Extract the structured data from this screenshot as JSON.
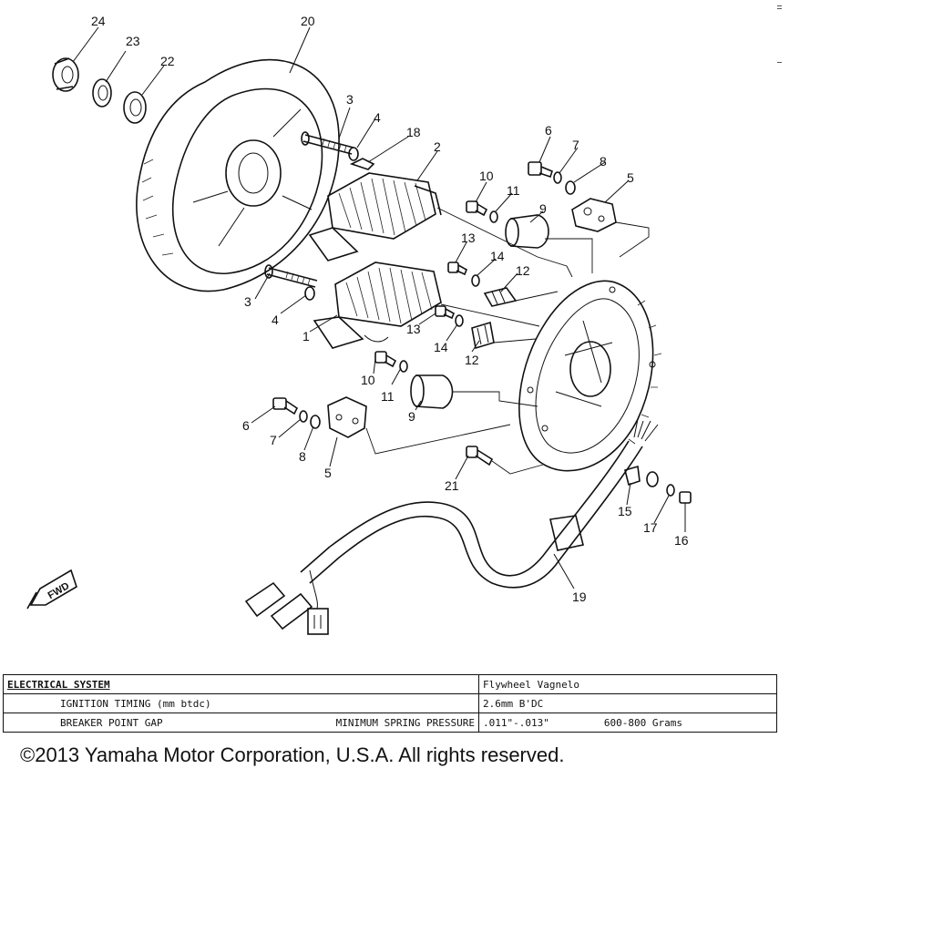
{
  "callouts": {
    "c1": "1",
    "c2": "2",
    "c3a": "3",
    "c3b": "3",
    "c4a": "4",
    "c4b": "4",
    "c5a": "5",
    "c5b": "5",
    "c6a": "6",
    "c6b": "6",
    "c7a": "7",
    "c7b": "7",
    "c8a": "8",
    "c8b": "8",
    "c9a": "9",
    "c9b": "9",
    "c10a": "10",
    "c10b": "10",
    "c11a": "11",
    "c11b": "11",
    "c12a": "12",
    "c12b": "12",
    "c13a": "13",
    "c13b": "13",
    "c14a": "14",
    "c14b": "14",
    "c15": "15",
    "c16": "16",
    "c17": "17",
    "c18": "18",
    "c19": "19",
    "c20": "20",
    "c21": "21",
    "c22": "22",
    "c23": "23",
    "c24": "24"
  },
  "fwd_label": "FWD",
  "spec_table": {
    "row1": {
      "label": "ELECTRICAL SYSTEM",
      "value": "Flywheel Vagnelo"
    },
    "row2": {
      "label": "IGNITION TIMING (mm btdc)",
      "value": "2.6mm B'DC"
    },
    "row3": {
      "label": "BREAKER POINT GAP",
      "sublabel": "MINIMUM SPRING PRESSURE",
      "value": ".011\"-.013\"",
      "value2": "600-800 Grams"
    }
  },
  "copyright": "©2013 Yamaha Motor Corporation, U.S.A. All rights reserved."
}
